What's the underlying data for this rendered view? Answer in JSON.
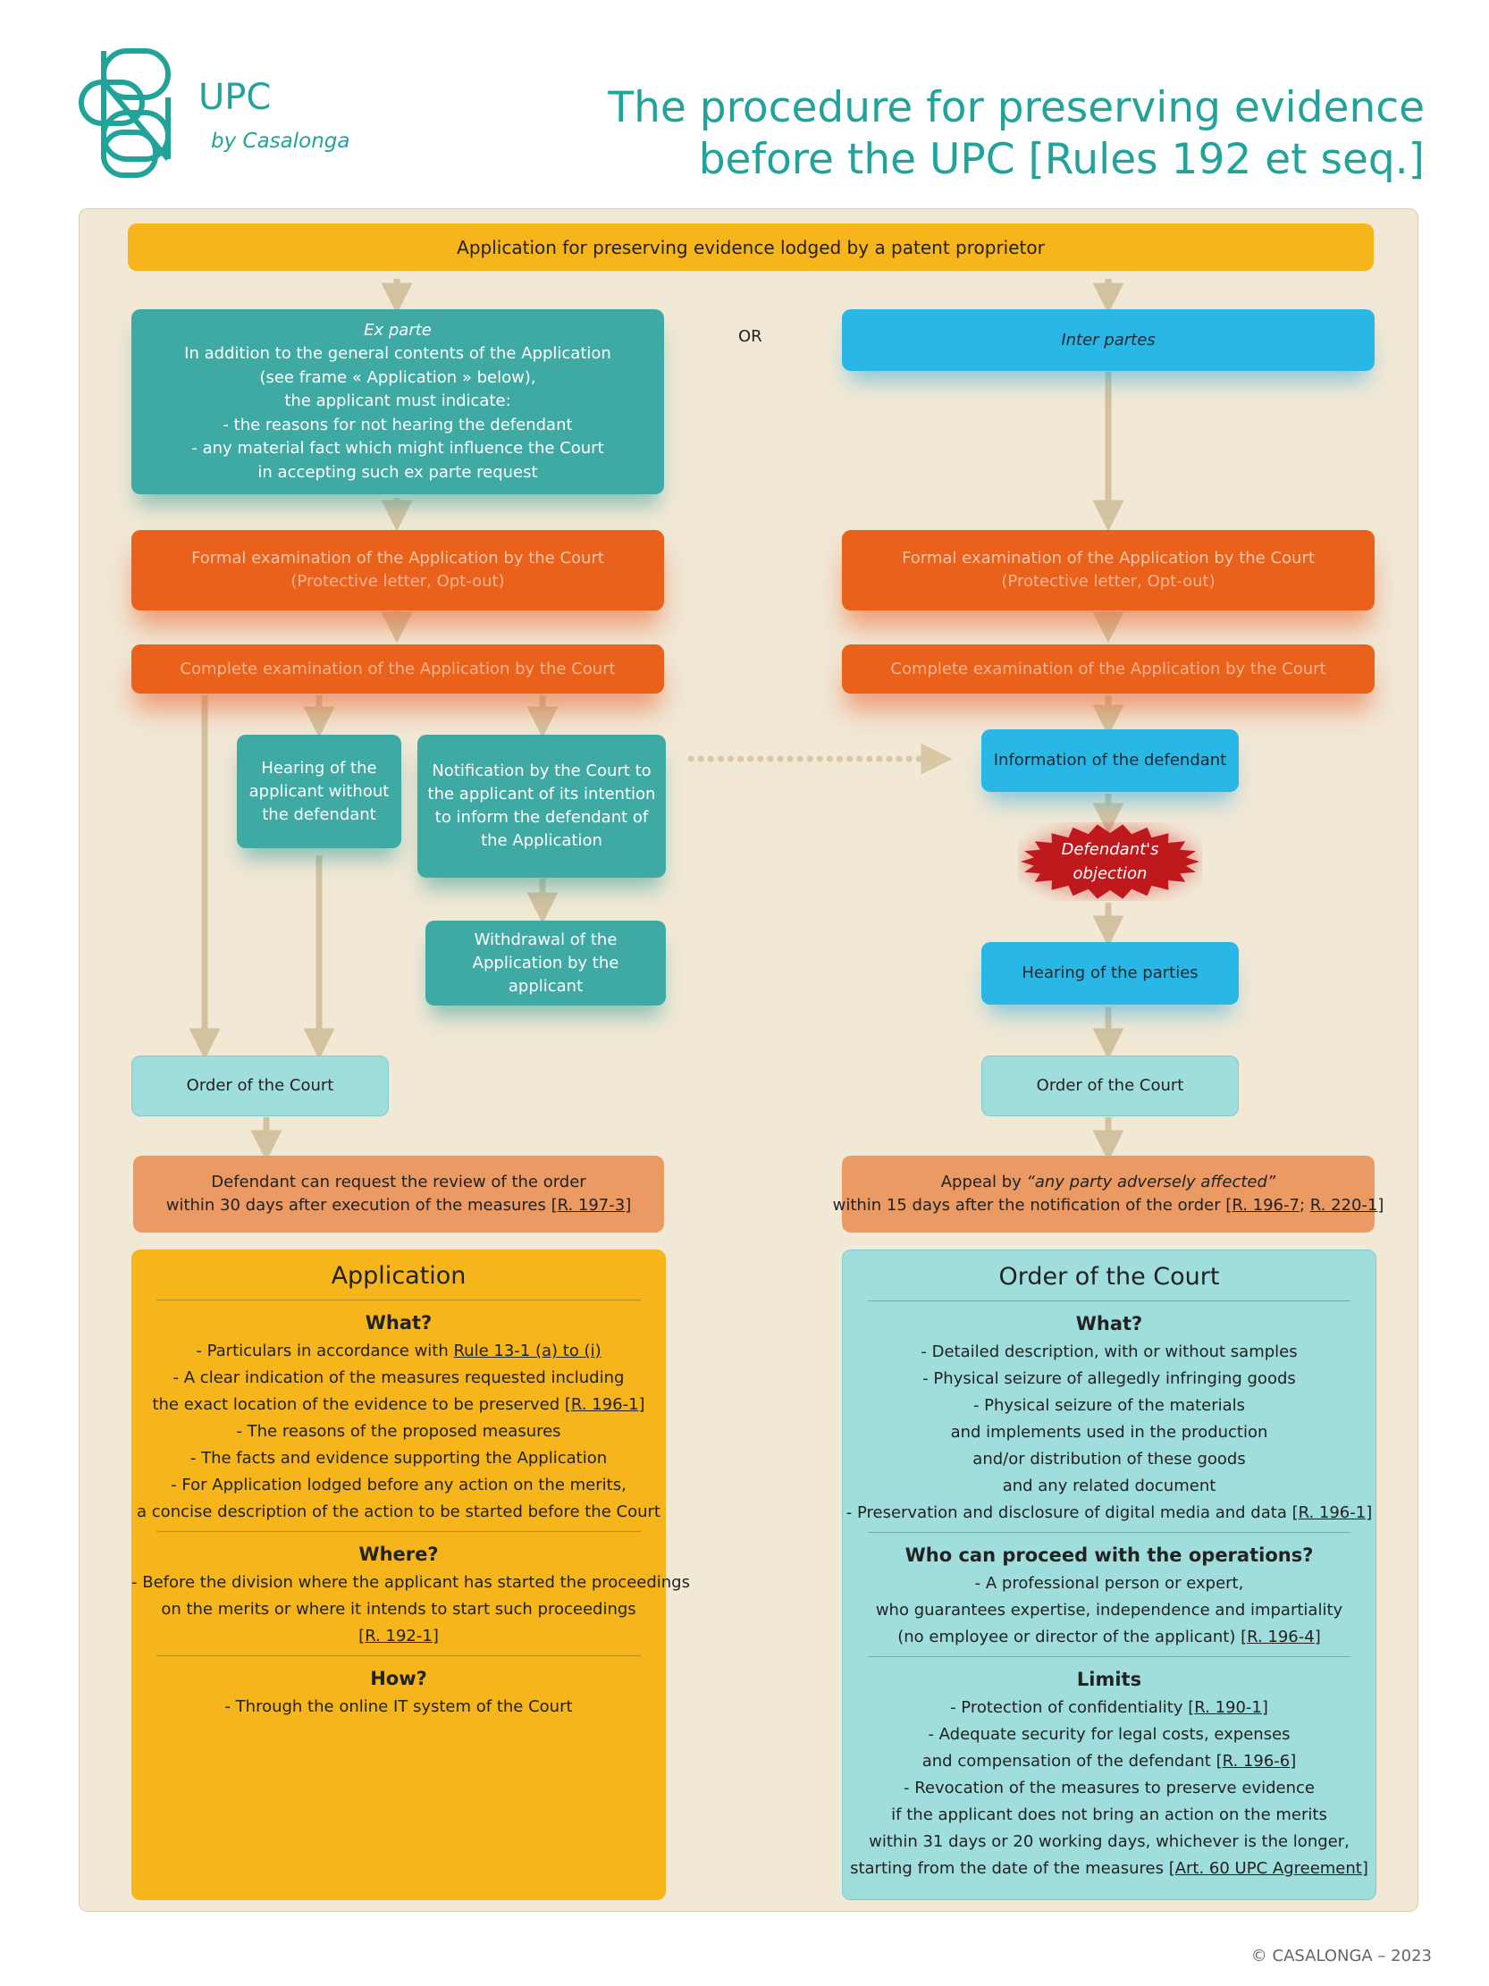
{
  "logo": {
    "name": "UPC",
    "sub": "by Casalonga"
  },
  "title": {
    "line1": "The procedure for preserving evidence",
    "line2": "before the UPC [Rules 192 et seq.]"
  },
  "top_box": "Application for preserving evidence lodged by a patent proprietor",
  "or_label": "OR",
  "ex_parte": {
    "title": "Ex parte",
    "lines": [
      "In addition to the general contents of the Application",
      "(see frame « Application » below),",
      "the applicant must indicate:",
      "- the reasons for not hearing the defendant",
      "- any material fact which might influence the Court",
      "in accepting such ex parte request"
    ]
  },
  "inter_partes": {
    "title": "Inter partes"
  },
  "formal_exam": {
    "line1": "Formal examination of the Application by the Court",
    "line2": "(Protective letter, Opt-out)"
  },
  "complete_exam": "Complete examination of the Application by the Court",
  "hearing_applicant": [
    "Hearing of the",
    "applicant without",
    "the defendant"
  ],
  "notification": [
    "Notification by the Court to",
    "the applicant of its intention",
    "to inform the defendant of",
    "the Application"
  ],
  "withdrawal": [
    "Withdrawal of the",
    "Application by the",
    "applicant"
  ],
  "info_defendant": "Information of the defendant",
  "objection": [
    "Defendant's",
    "objection"
  ],
  "hearing_parties": "Hearing of the parties",
  "order_court": "Order of the Court",
  "review": {
    "line1": "Defendant can request the review of the order",
    "line2_a": "within 30 days after execution of the measures [",
    "line2_ref": "R. 197-3",
    "line2_b": "]"
  },
  "appeal": {
    "line1_a": "Appeal by ",
    "line1_b": "“any party adversely affected”",
    "line2_a": "within 15 days after the notification of the order [",
    "ref1": "R. 196-7",
    "sep": "; ",
    "ref2": "R. 220-1",
    "end": "]"
  },
  "application_frame": {
    "title": "Application",
    "what": "What?",
    "what_lines": {
      "l1a": "- Particulars in accordance with ",
      "l1ref": "Rule 13-1 (a) to (i)",
      "l2": "- A clear indication of the measures requested including",
      "l3a": "the exact location of the evidence to be preserved [",
      "l3ref": "R. 196-1",
      "l3b": "]",
      "l4": "- The reasons of the proposed measures",
      "l5": "- The facts and evidence supporting the Application",
      "l6": "- For Application lodged before any action on the merits,",
      "l7": "a concise description of the action to be started before the Court"
    },
    "where": "Where?",
    "where_lines": {
      "l1": "- Before the division where the applicant has started the proceedings",
      "l2": "on the merits or where it intends to start such proceedings",
      "l3a": "[",
      "l3ref": "R. 192-1",
      "l3b": "]"
    },
    "how": "How?",
    "how_line": "- Through the online IT system of the Court"
  },
  "order_frame": {
    "title": "Order of the Court",
    "what": "What?",
    "what_lines": {
      "l1": "- Detailed description, with or without samples",
      "l2": "- Physical seizure of allegedly infringing goods",
      "l3": "- Physical seizure of the materials",
      "l4": "and implements used in the production",
      "l5": "and/or distribution of these goods",
      "l6": "and any related document",
      "l7a": "- Preservation and disclosure of digital media and data [",
      "l7ref": "R. 196-1",
      "l7b": "]"
    },
    "who": "Who can proceed with the operations?",
    "who_lines": {
      "l1": "- A professional person or expert,",
      "l2": "who guarantees expertise, independence and impartiality",
      "l3a": "(no employee or director of the applicant) [",
      "l3ref": "R. 196-4",
      "l3b": "]"
    },
    "limits": "Limits",
    "limits_lines": {
      "l1a": "- Protection of confidentiality [",
      "l1ref": "R. 190-1",
      "l1b": "]",
      "l2": "- Adequate security for legal costs, expenses",
      "l3a": "and compensation of the defendant [",
      "l3ref": "R. 196-6",
      "l3b": "]",
      "l4": "- Revocation of the measures to preserve evidence",
      "l5": "if the applicant does not bring an action on the merits",
      "l6": "within 31 days or 20 working days, whichever is the longer,",
      "l7a": "starting from the date of the measures [",
      "l7ref": "Art. 60 UPC Agreement",
      "l7b": "]"
    }
  },
  "footer": "© CASALONGA – 2023",
  "colors": {
    "teal": "#3fa9a4",
    "blue": "#29b7e6",
    "orange": "#e9611b",
    "gold": "#f6b51b",
    "light_teal": "#a0dedd",
    "salmon": "#ea9a62",
    "red": "#c0191d"
  }
}
